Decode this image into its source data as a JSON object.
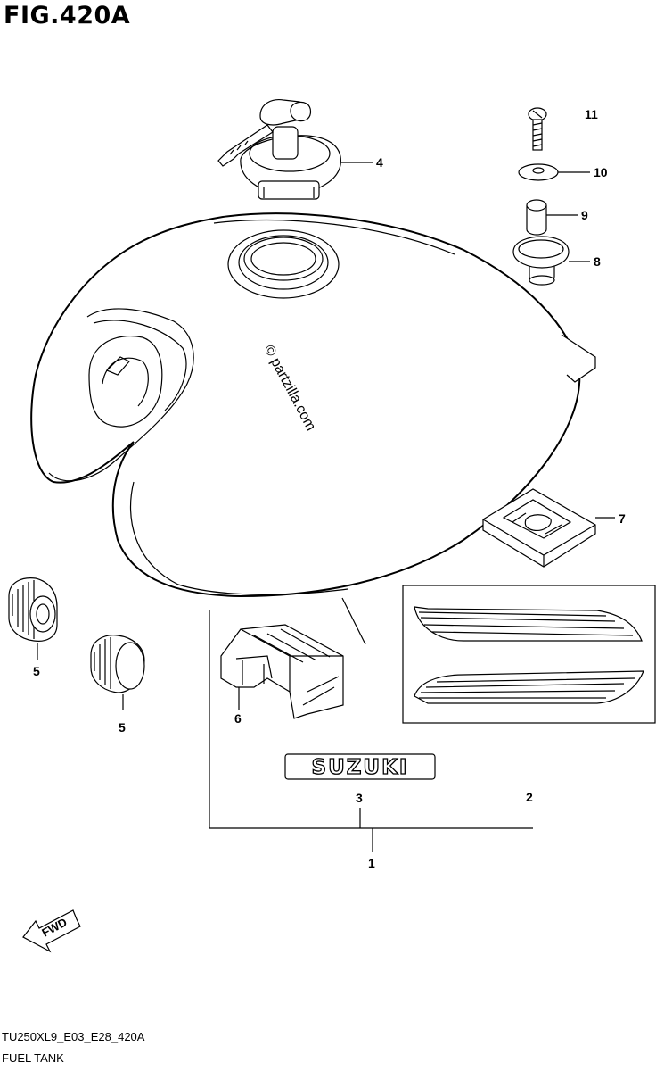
{
  "figure": {
    "title": "FIG.420A",
    "code": "TU250XL9_E03_E28_420A",
    "name": "FUEL TANK"
  },
  "watermark": "© partzilla.com",
  "fwd_label": "FWD",
  "emblem_text": "SUZUKI",
  "callouts": [
    "1",
    "2",
    "3",
    "4",
    "5",
    "5",
    "6",
    "7",
    "8",
    "9",
    "10",
    "11"
  ]
}
